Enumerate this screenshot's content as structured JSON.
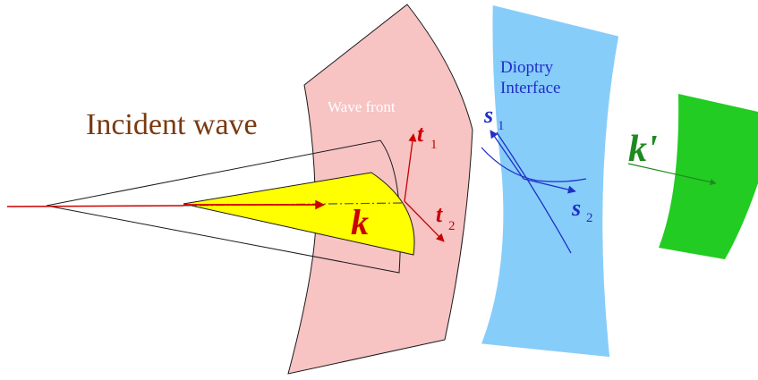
{
  "labels": {
    "incident_wave": "Incident wave",
    "wave_front": "Wave front",
    "dioptry_line1": "Dioptry",
    "dioptry_line2": "Interface",
    "k": "k",
    "k_prime": "k'",
    "t1": "t",
    "t1_sub": "1",
    "t2": "t",
    "t2_sub": "2",
    "s1": "s",
    "s1_sub": "1",
    "s2": "s",
    "s2_sub": "2"
  },
  "colors": {
    "incident_wave_text": "#7a3a12",
    "wave_front_fill": "#f7c3c3",
    "wave_front_text": "#ffffff",
    "interface_fill": "#87cdfa",
    "interface_stroke": "#ffffff",
    "interface_text": "#1f2fc8",
    "cone_fill": "#ffff00",
    "k_color": "#cc0000",
    "t_color": "#cc0000",
    "s_color": "#1f2fc8",
    "kprime_fill": "#22cc22",
    "kprime_text": "#1f8a1f",
    "axis_color": "#cc0000"
  }
}
